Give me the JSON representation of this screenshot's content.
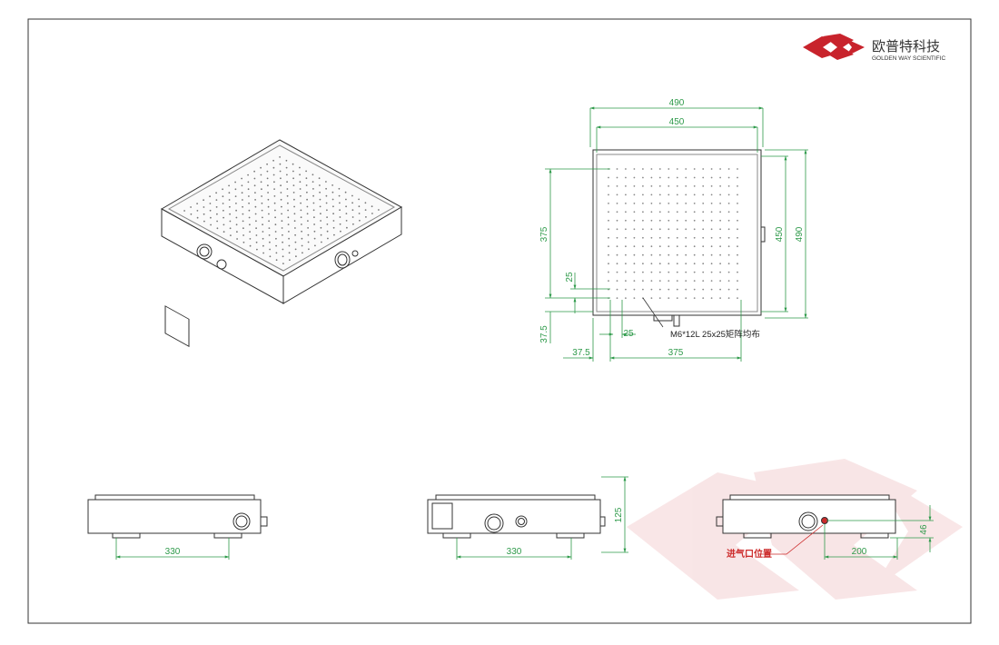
{
  "logo": {
    "name_cn": "欧普特科技",
    "name_en": "GOLDEN WAY SCIENTIFIC",
    "color": "#c8232c"
  },
  "top_view": {
    "width_outer": "490",
    "width_inner": "450",
    "height_outer": "490",
    "height_inner": "450",
    "hole_span_v": "375",
    "hole_pitch_v": "25",
    "edge_v": "37.5",
    "hole_pitch_h": "25",
    "edge_h": "37.5",
    "hole_span_h": "375",
    "hole_note": "M6*12L  25x25矩阵均布"
  },
  "side_view_a": {
    "foot_spacing": "330"
  },
  "side_view_b": {
    "foot_spacing": "330",
    "height": "125"
  },
  "side_view_c": {
    "inlet_offset": "200",
    "inlet_height": "46",
    "inlet_label": "进气口位置"
  },
  "colors": {
    "dimension": "#2e9a4a",
    "annotation": "#cc2a2a",
    "outline": "#333333"
  }
}
